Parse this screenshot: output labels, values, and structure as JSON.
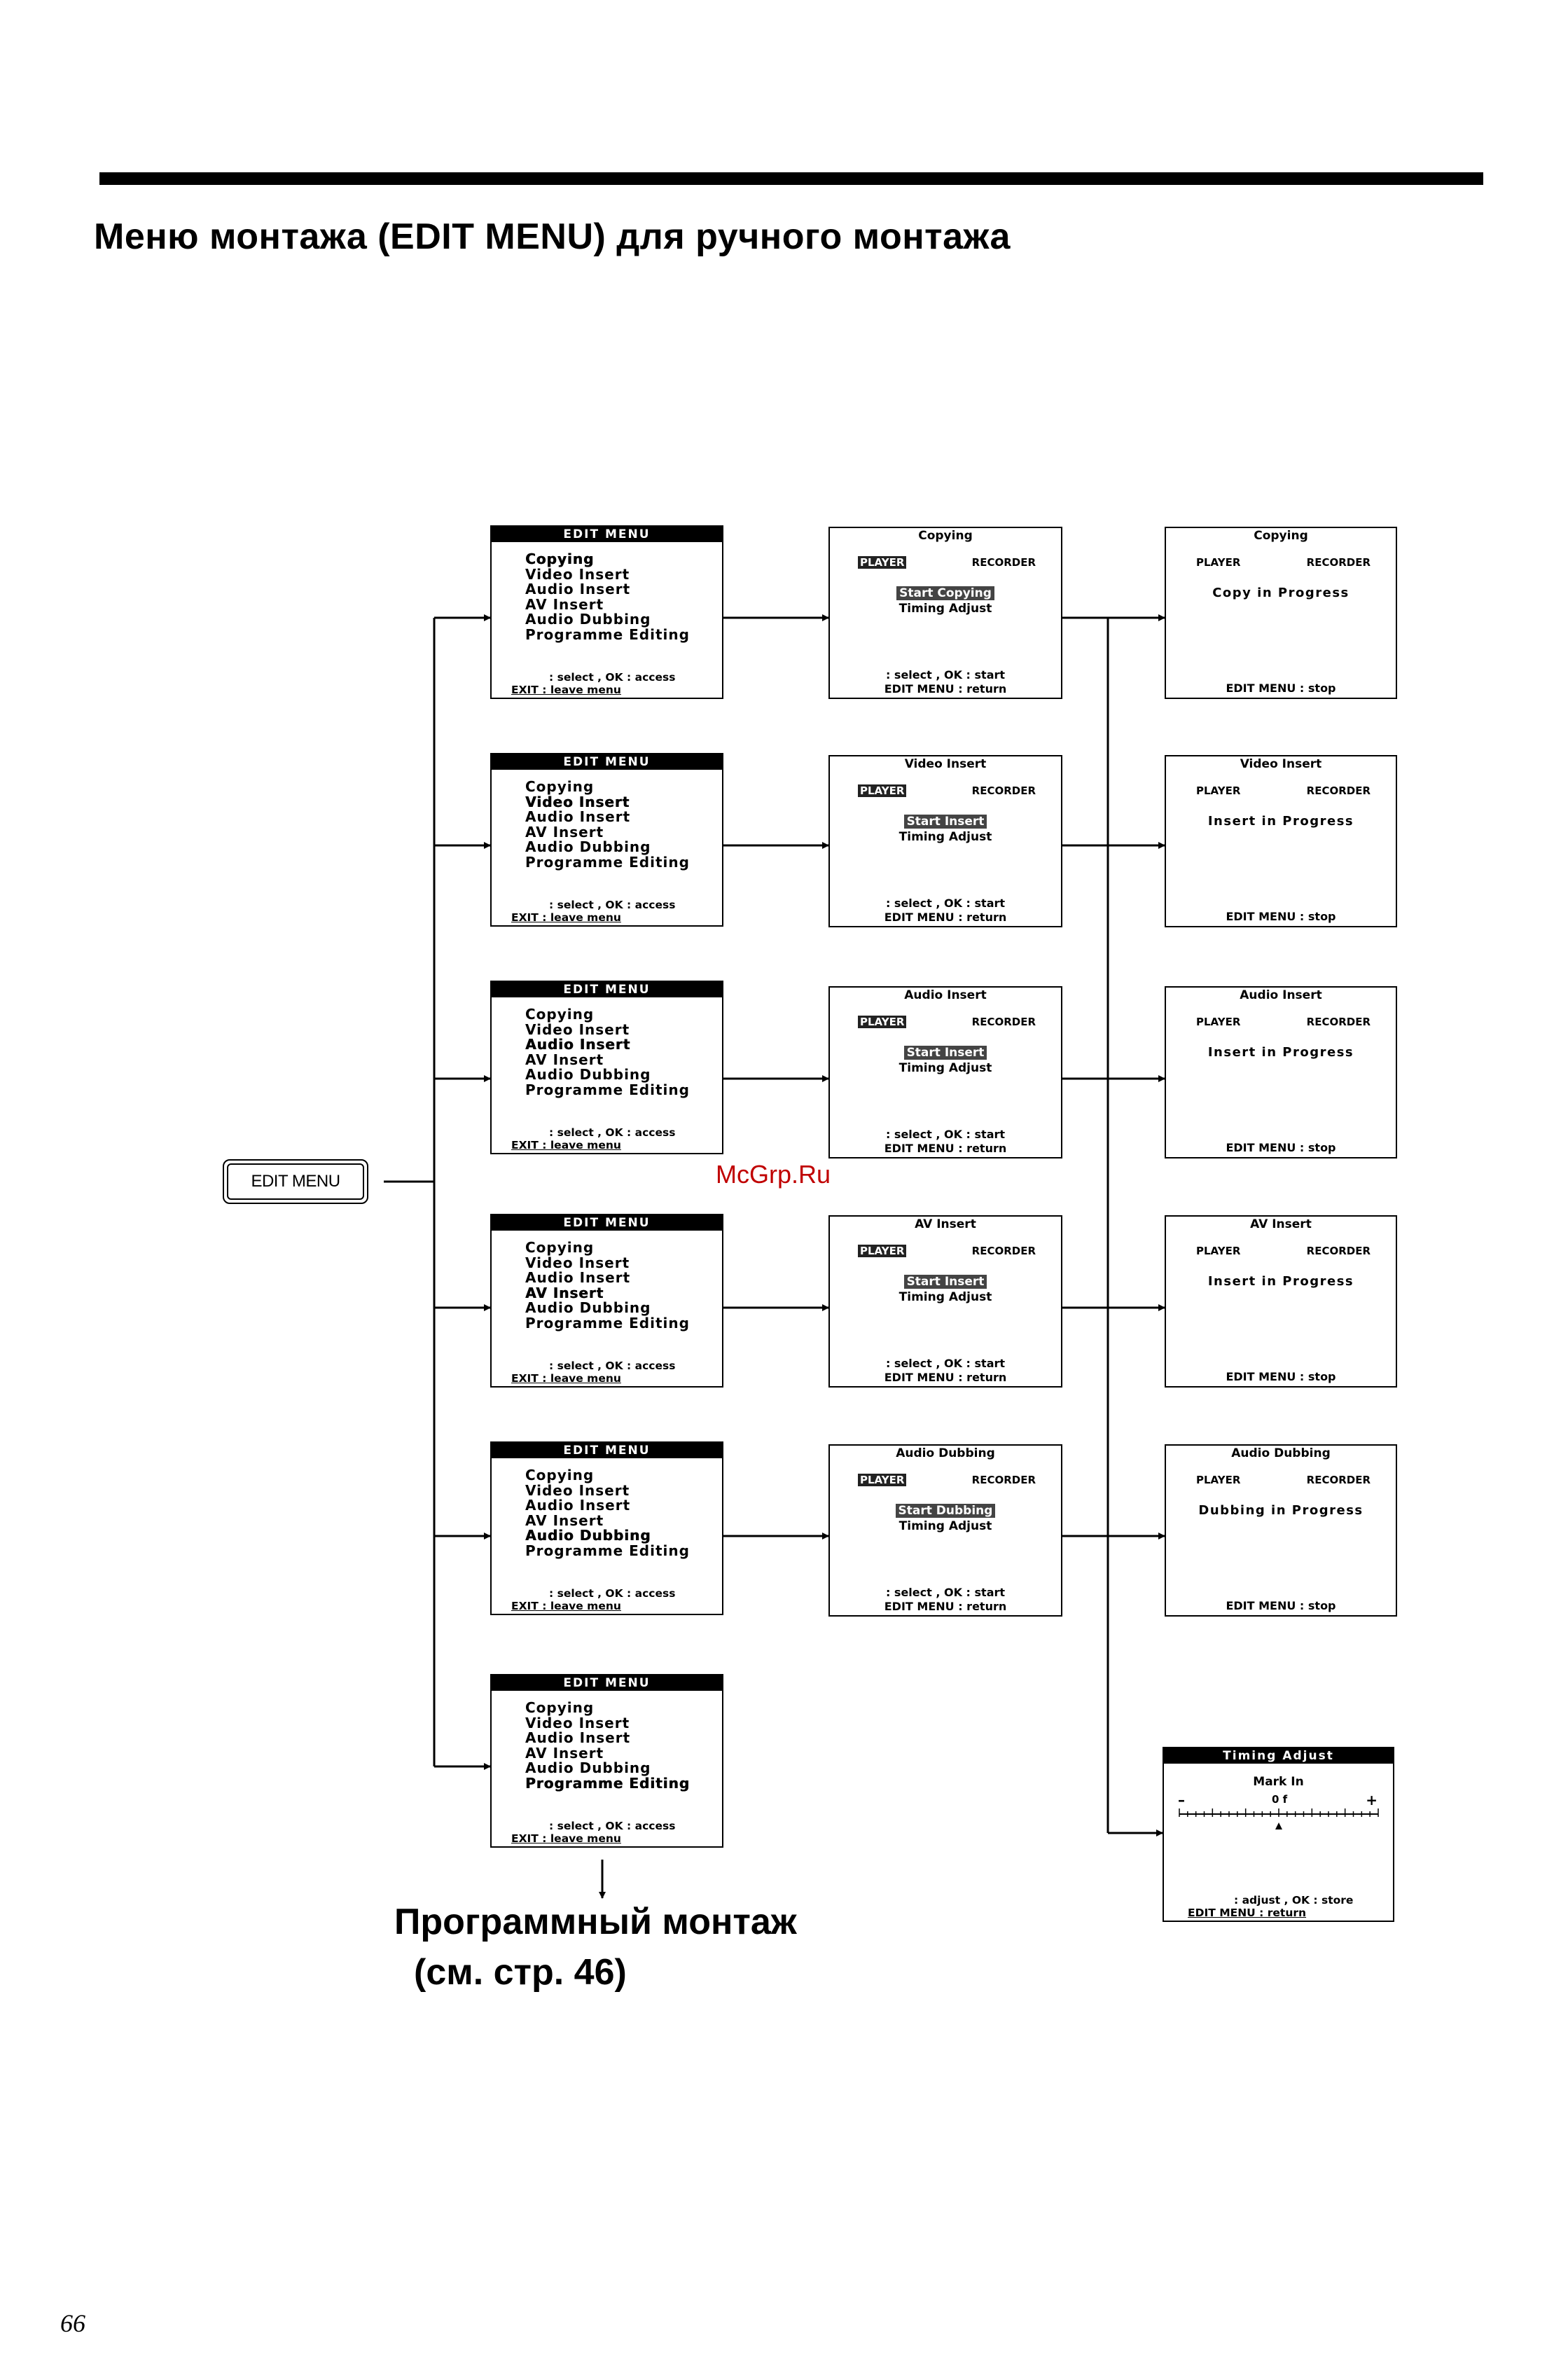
{
  "page": {
    "title": "Меню монтажа (EDIT MENU) для ручного монтажа",
    "page_number": "66",
    "watermark": "McGrp.Ru"
  },
  "edit_key": {
    "label": "EDIT MENU"
  },
  "menu_screens": {
    "header": "EDIT MENU",
    "items": [
      "Copying",
      "Video Insert",
      "Audio Insert",
      "AV Insert",
      "Audio Dubbing",
      "Programme Editing"
    ],
    "footer_line1": ": select , OK : access",
    "footer_line2": "EXIT : leave menu",
    "selected_index": [
      0,
      1,
      2,
      3,
      4,
      5
    ]
  },
  "start_screens": [
    {
      "title": "Copying",
      "player": "PLAYER",
      "recorder": "RECORDER",
      "action": "Start Copying",
      "timing": "Timing Adjust",
      "foot1": ": select , OK : start",
      "foot2": "EDIT MENU : return"
    },
    {
      "title": "Video Insert",
      "player": "PLAYER",
      "recorder": "RECORDER",
      "action": "Start Insert",
      "timing": "Timing Adjust",
      "foot1": ": select , OK : start",
      "foot2": "EDIT MENU : return"
    },
    {
      "title": "Audio Insert",
      "player": "PLAYER",
      "recorder": "RECORDER",
      "action": "Start Insert",
      "timing": "Timing Adjust",
      "foot1": ": select , OK : start",
      "foot2": "EDIT MENU : return"
    },
    {
      "title": "AV Insert",
      "player": "PLAYER",
      "recorder": "RECORDER",
      "action": "Start Insert",
      "timing": "Timing Adjust",
      "foot1": ": select , OK : start",
      "foot2": "EDIT MENU : return"
    },
    {
      "title": "Audio Dubbing",
      "player": "PLAYER",
      "recorder": "RECORDER",
      "action": "Start Dubbing",
      "timing": "Timing Adjust",
      "foot1": ": select , OK : start",
      "foot2": "EDIT MENU : return"
    }
  ],
  "progress_screens": [
    {
      "title": "Copying",
      "player": "PLAYER",
      "recorder": "RECORDER",
      "status": "Copy in Progress",
      "foot": "EDIT MENU : stop"
    },
    {
      "title": "Video Insert",
      "player": "PLAYER",
      "recorder": "RECORDER",
      "status": "Insert in Progress",
      "foot": "EDIT MENU : stop"
    },
    {
      "title": "Audio Insert",
      "player": "PLAYER",
      "recorder": "RECORDER",
      "status": "Insert in Progress",
      "foot": "EDIT MENU : stop"
    },
    {
      "title": "AV Insert",
      "player": "PLAYER",
      "recorder": "RECORDER",
      "status": "Insert in Progress",
      "foot": "EDIT MENU : stop"
    },
    {
      "title": "Audio Dubbing",
      "player": "PLAYER",
      "recorder": "RECORDER",
      "status": "Dubbing in Progress",
      "foot": "EDIT MENU : stop"
    }
  ],
  "timing_adjust": {
    "title": "Timing Adjust",
    "subtitle": "Mark In",
    "minus": "–",
    "plus": "+",
    "zero": "0 f",
    "foot1": ": adjust , OK : store",
    "foot2": "EDIT MENU : return"
  },
  "programme_label": {
    "line1": "Программный монтаж",
    "line2": "(см. стр. 46)"
  }
}
